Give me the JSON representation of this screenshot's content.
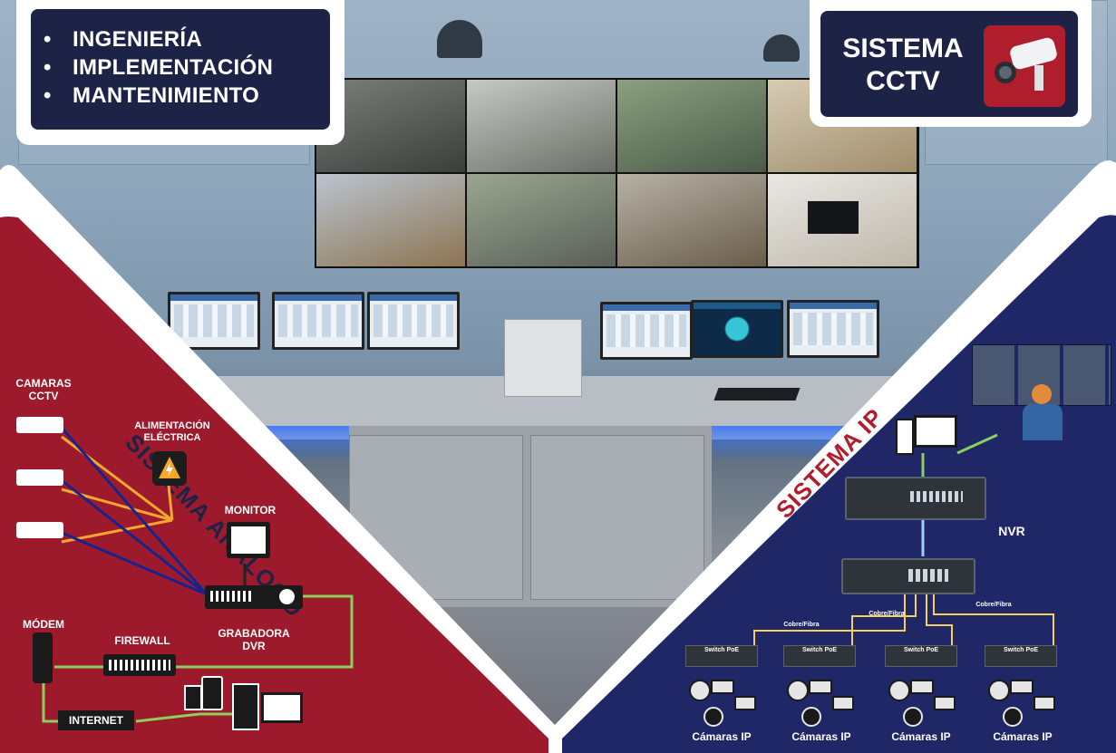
{
  "header": {
    "bullets": [
      "INGENIERÍA",
      "IMPLEMENTACIÓN",
      "MANTENIMIENTO"
    ],
    "badge_line1": "SISTEMA",
    "badge_line2": "CCTV"
  },
  "analog": {
    "title": "SISTEMA ANÁLOGO",
    "cameras": "CAMARAS CCTV",
    "power": "ALIMENTACIÓN ELÉCTRICA",
    "monitor": "MONITOR",
    "dvr": "GRABADORA DVR",
    "modem": "MÓDEM",
    "firewall": "FIREWALL",
    "internet": "INTERNET"
  },
  "ip": {
    "title": "SISTEMA IP",
    "nvr": "NVR",
    "cable1": "Cobre/Fibra",
    "cable2": "Cobre/Fibra",
    "cable3": "Cobre/Fibra",
    "switch_label": "Switch PoE",
    "cameras_label": "Cámaras IP"
  },
  "colors": {
    "analog_bg": "#9c1a2c",
    "ip_bg": "#1f2766",
    "navy": "#1c2347",
    "orange_wire": "#f4a72d",
    "blue_wire": "#16238f",
    "green_wire": "#8bcf5c",
    "yellow_wire": "#f2d15a"
  }
}
